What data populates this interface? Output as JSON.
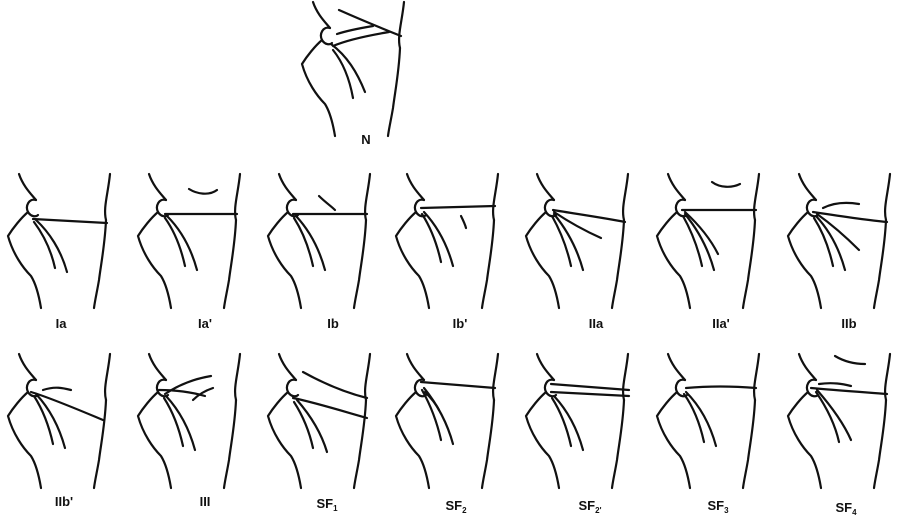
{
  "figure": {
    "palms": [
      {
        "id": "N",
        "label": "N",
        "sub": "",
        "variant": "N"
      },
      {
        "id": "Ia",
        "label": "Ia",
        "sub": "",
        "variant": "Ia"
      },
      {
        "id": "Ia2",
        "label": "Ia'",
        "sub": "",
        "variant": "Ia'"
      },
      {
        "id": "Ib",
        "label": "Ib",
        "sub": "",
        "variant": "Ib"
      },
      {
        "id": "Ib2",
        "label": "Ib'",
        "sub": "",
        "variant": "Ib'"
      },
      {
        "id": "IIa",
        "label": "IIa",
        "sub": "",
        "variant": "IIa"
      },
      {
        "id": "IIa2",
        "label": "IIa'",
        "sub": "",
        "variant": "IIa'"
      },
      {
        "id": "IIb",
        "label": "IIb",
        "sub": "",
        "variant": "IIb"
      },
      {
        "id": "IIb2",
        "label": "IIb'",
        "sub": "",
        "variant": "IIb'"
      },
      {
        "id": "III",
        "label": "III",
        "sub": "",
        "variant": "III"
      },
      {
        "id": "SF1",
        "label": "SF",
        "sub": "1",
        "variant": "SF1"
      },
      {
        "id": "SF2",
        "label": "SF",
        "sub": "2",
        "variant": "SF2"
      },
      {
        "id": "SF2p",
        "label": "SF",
        "sub": "2'",
        "variant": "SF2'"
      },
      {
        "id": "SF3",
        "label": "SF",
        "sub": "3",
        "variant": "SF3"
      },
      {
        "id": "SF4",
        "label": "SF",
        "sub": "4",
        "variant": "SF4"
      }
    ]
  }
}
